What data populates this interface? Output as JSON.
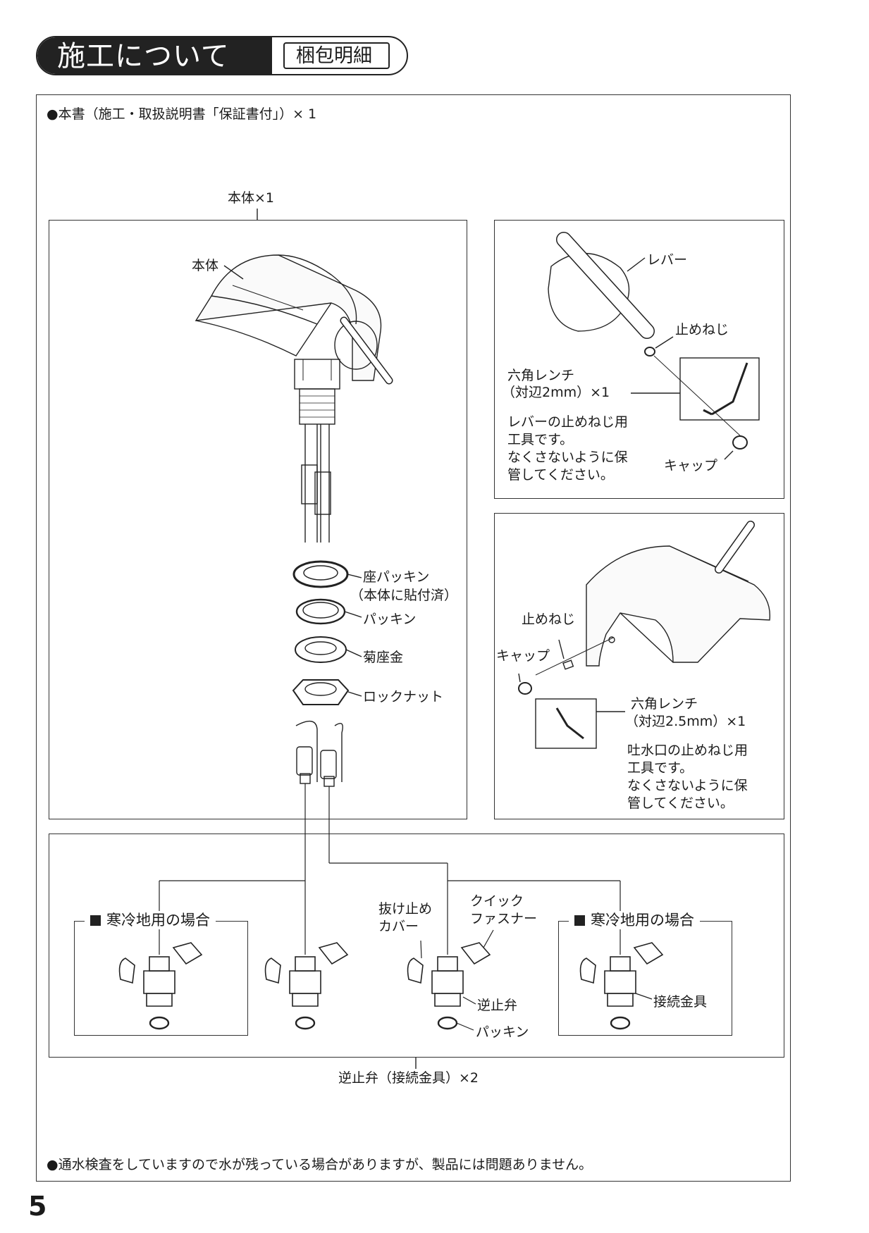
{
  "header": {
    "title": "施工について",
    "subtitle": "梱包明細"
  },
  "notes": {
    "top": "●本書（施工・取扱説明書「保証書付」）× 1",
    "bottom": "●通水検査をしていますので水が残っている場合がありますが、製品には問題ありません。"
  },
  "body_box": {
    "caption": "本体×1",
    "label_body": "本体",
    "label_seat_packing": "座パッキン",
    "label_seat_packing_note": "（本体に貼付済）",
    "label_packing": "パッキン",
    "label_washer": "菊座金",
    "label_locknut": "ロックナット"
  },
  "lever_box": {
    "label_lever": "レバー",
    "label_setscrew": "止めねじ",
    "wrench_line1": "六角レンチ",
    "wrench_line2": "（対辺2mm）×1",
    "desc": [
      "レバーの止めねじ用",
      "工具です。",
      "なくさないように保",
      "管してください。"
    ],
    "label_cap": "キャップ"
  },
  "spout_box": {
    "label_setscrew": "止めねじ",
    "label_cap": "キャップ",
    "wrench_line1": "六角レンチ",
    "wrench_line2": "（対辺2.5mm）×1",
    "desc": [
      "吐水口の止めねじ用",
      "工具です。",
      "なくさないように保",
      "管してください。"
    ]
  },
  "valve_box": {
    "cold_region_left": "寒冷地用の場合",
    "cold_region_right": "寒冷地用の場合",
    "label_stopper_cover": [
      "抜け止め",
      "カバー"
    ],
    "label_quick_fastener": [
      "クイック",
      "ファスナー"
    ],
    "label_check_valve": "逆止弁",
    "label_packing": "パッキン",
    "label_fitting": "接続金具",
    "caption": "逆止弁（接続金具）×2"
  },
  "page_number": "5"
}
